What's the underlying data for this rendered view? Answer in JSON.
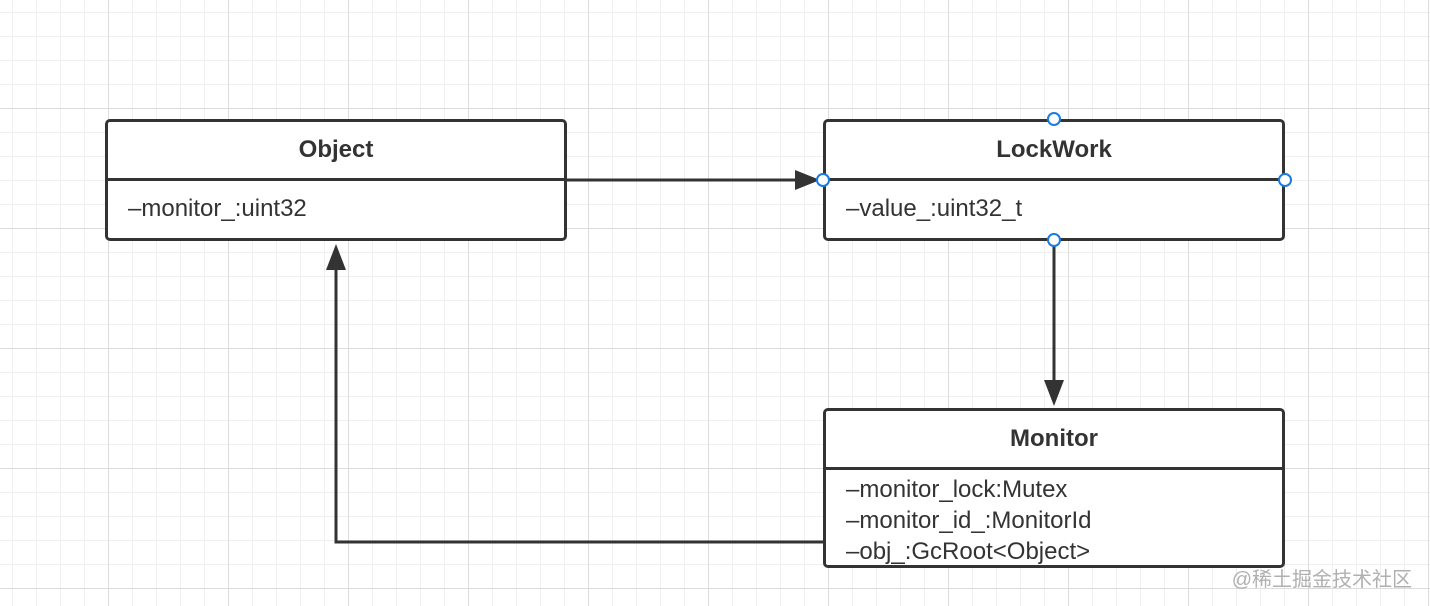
{
  "diagram": {
    "classes": [
      {
        "name": "Object",
        "attributes": [
          "–monitor_:uint32"
        ]
      },
      {
        "name": "LockWork",
        "attributes": [
          "–value_:uint32_t"
        ]
      },
      {
        "name": "Monitor",
        "attributes": [
          "–monitor_lock:Mutex",
          "–monitor_id_:MonitorId",
          "–obj_:GcRoot<Object>"
        ]
      }
    ],
    "relations": [
      {
        "from": "Object",
        "to": "LockWork"
      },
      {
        "from": "LockWork",
        "to": "Monitor"
      },
      {
        "from": "Monitor",
        "to": "Object"
      }
    ],
    "colors": {
      "line": "#333333",
      "selection": "#1a7be0",
      "grid": "#dcdcdc"
    }
  },
  "watermark": "@稀土掘金技术社区"
}
